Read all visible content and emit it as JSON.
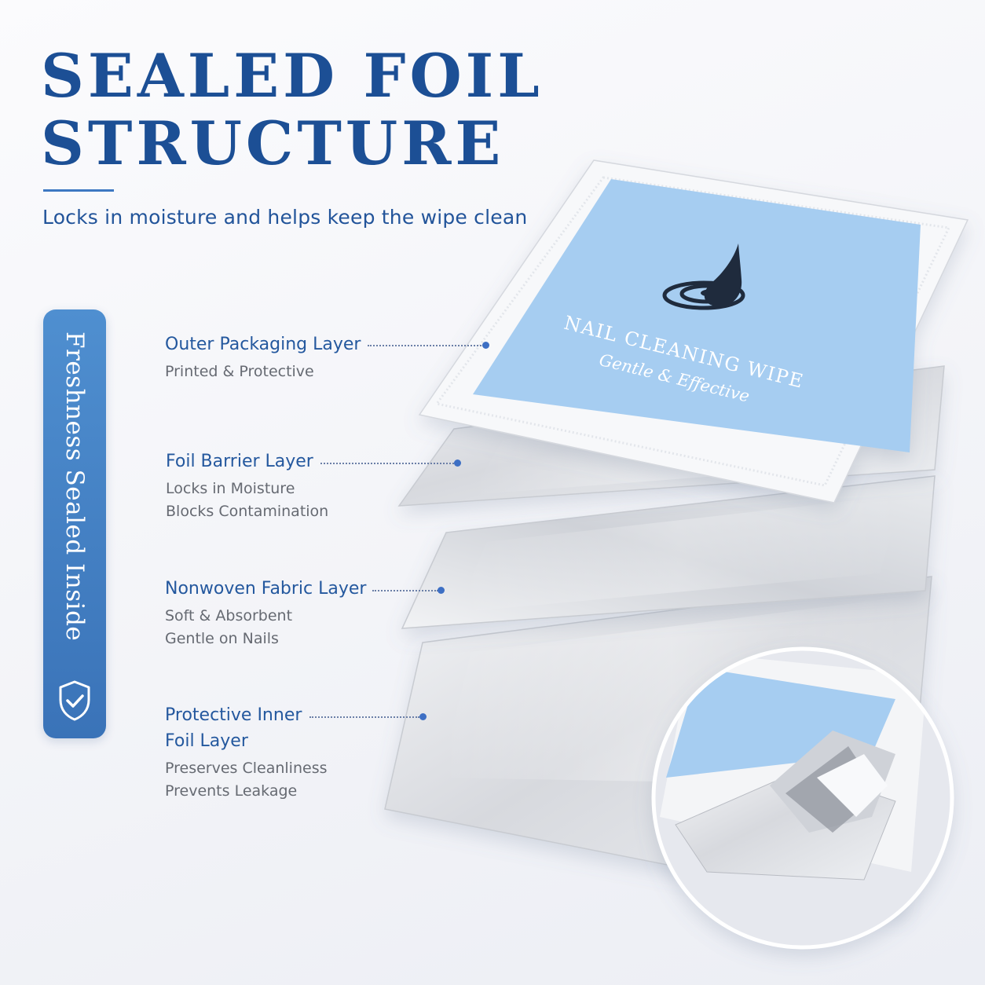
{
  "header": {
    "title_line1": "SEALED FOIL",
    "title_line2": "STRUCTURE",
    "subtitle": "Locks in moisture and helps keep the wipe clean"
  },
  "badge": {
    "text": "Freshness Sealed Inside",
    "icon": "shield-check-icon"
  },
  "layers": [
    {
      "title": "Outer Packaging Layer",
      "desc": [
        "Printed & Protective"
      ]
    },
    {
      "title": "Foil Barrier Layer",
      "desc": [
        "Locks in Moisture",
        "Blocks Contamination"
      ]
    },
    {
      "title": "Nonwoven Fabric Layer",
      "desc": [
        "Soft & Absorbent",
        "Gentle on Nails"
      ]
    },
    {
      "title": "Protective Inner",
      "title2": "Foil Layer",
      "desc": [
        "Preserves Cleanliness",
        "Prevents Leakage"
      ]
    }
  ],
  "packet": {
    "name": "NAIL CLEANING WIPE",
    "tagline": "Gentle & Effective",
    "icon": "water-drop-icon"
  },
  "colors": {
    "title_blue": "#1c4f95",
    "accent_blue": "#3d78c2",
    "packet_blue": "#a6cdf1",
    "foil_silver": "#d9dbe0"
  }
}
